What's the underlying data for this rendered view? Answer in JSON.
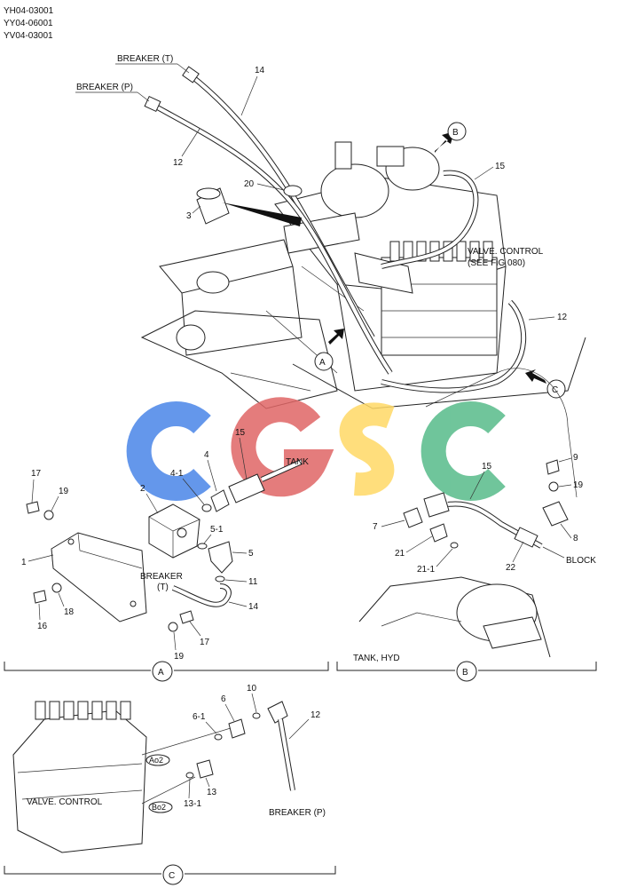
{
  "header": {
    "codes": [
      "YH04-03001",
      "YY04-06001",
      "YV04-03001"
    ]
  },
  "watermark": {
    "letters": [
      "C",
      "G",
      "S",
      "C"
    ],
    "colors": [
      "#4a86e8",
      "#e06666",
      "#ffd966",
      "#57bb8a"
    ]
  },
  "main": {
    "labels": {
      "breaker_t": "BREAKER (T)",
      "breaker_p": "BREAKER (P)",
      "valve_control_1": "VALVE. CONTROL",
      "valve_control_2": "(SEE FiG 080)",
      "tank": "TANK",
      "block": "BLOCK",
      "tank_hyd": "TANK, HYD",
      "breaker_t2a": "BREAKER",
      "breaker_t2b": "(T)",
      "valve_control_c": "VALVE. CONTROL",
      "breaker_p2": "BREAKER (P)"
    },
    "callouts": {
      "a": "A",
      "b": "B",
      "c": "C"
    },
    "numbers": {
      "n14": "14",
      "n12": "12",
      "n20": "20",
      "n3": "3",
      "n15": "15",
      "n12b": "12",
      "n15t": "15",
      "n4_1": "4-1",
      "n4": "4",
      "n2": "2",
      "n17": "17",
      "n19": "19",
      "n1": "1",
      "n5_1": "5-1",
      "n5": "5",
      "n11": "11",
      "n14b": "14",
      "n16": "16",
      "n18": "18",
      "n17b": "17",
      "n19b": "19",
      "n15b": "15",
      "n9": "9",
      "n19c": "19",
      "n7": "7",
      "n8": "8",
      "n21": "21",
      "n21_1": "21-1",
      "n22": "22",
      "n6": "6",
      "n10": "10",
      "n12c": "12",
      "n6_1": "6-1",
      "n13": "13",
      "n13_1": "13-1",
      "ao2": "Ao2",
      "bo2": "Bo2"
    }
  }
}
